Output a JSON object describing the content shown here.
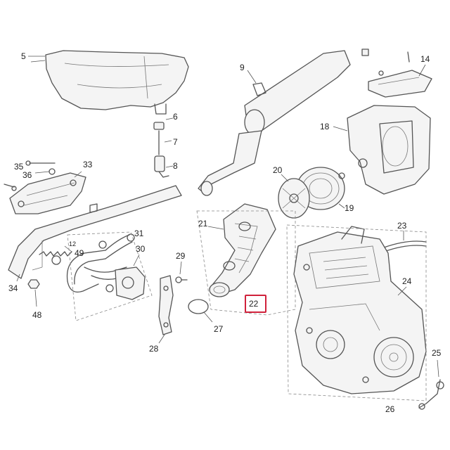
{
  "labels": {
    "l5": "5",
    "l6": "6",
    "l7": "7",
    "l8": "8",
    "l9": "9",
    "l12": "12",
    "l14": "14",
    "l18": "18",
    "l19": "19",
    "l20": "20",
    "l21": "21",
    "l22": "22",
    "l23": "23",
    "l24": "24",
    "l25": "25",
    "l26": "26",
    "l27": "27",
    "l28": "28",
    "l29": "29",
    "l30": "30",
    "l31": "31",
    "l33": "33",
    "l34": "34",
    "l35": "35",
    "l36": "36",
    "l48": "48",
    "l49": "49"
  },
  "highlight": {
    "part": "22",
    "color": "#d0213b"
  }
}
